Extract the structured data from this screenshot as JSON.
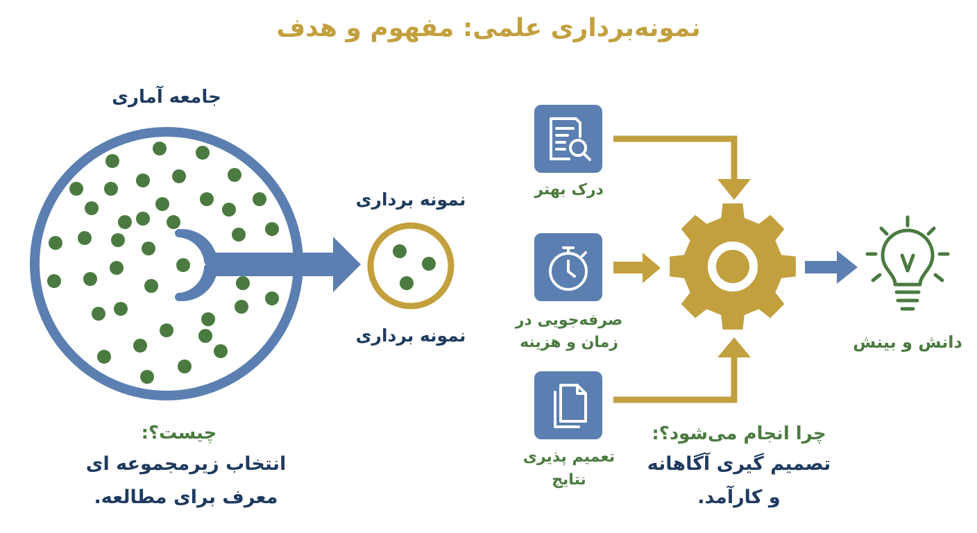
{
  "title": "نمونه‌برداری علمی: مفهوم و هدف",
  "population": {
    "label": "جامعه آماری",
    "dot_count": 40
  },
  "sample": {
    "label_top": "نمونه برداری",
    "label_bottom": "نمونه برداری",
    "dot_count": 3
  },
  "what": {
    "heading": "چیست؟:",
    "line1": "انتخاب زیرمجموعه ای",
    "line2": "معرف برای مطالعه."
  },
  "benefits": [
    {
      "icon": "document-search-icon",
      "line1": "درک بهتر",
      "line2": ""
    },
    {
      "icon": "stopwatch-icon",
      "line1": "صرفه‌جویی در",
      "line2": "زمان و هزینه"
    },
    {
      "icon": "documents-icon",
      "line1": "تعمیم پذیری",
      "line2": "نتایج"
    }
  ],
  "why": {
    "heading": "چرا انجام می‌شود؟:",
    "line1": "تصمیم گیری آگاهانه",
    "line2": "و کارآمد."
  },
  "result": {
    "icon": "lightbulb-icon",
    "label": "دانش و بینش"
  },
  "colors": {
    "blue": "#5b7fb0",
    "green": "#4a7a3f",
    "gold": "#c2a03e",
    "navy": "#1e3a5f"
  }
}
